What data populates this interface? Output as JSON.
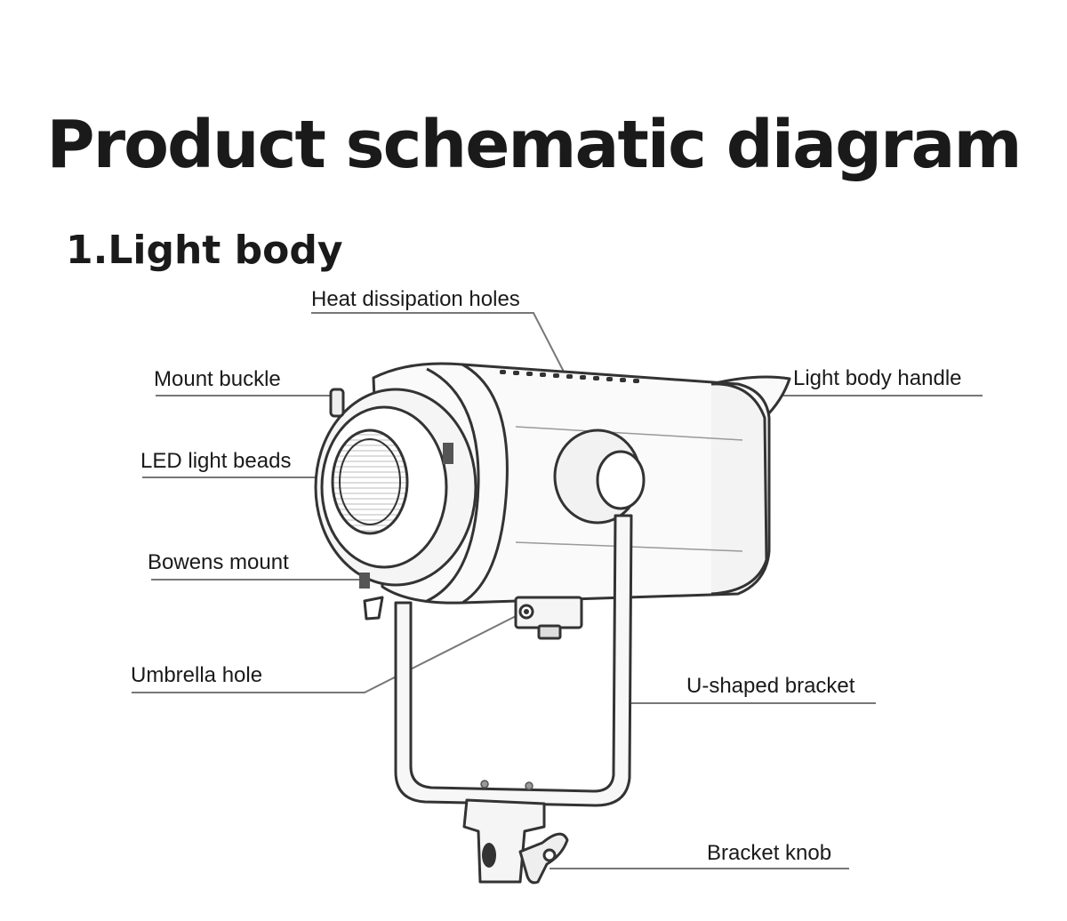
{
  "title": "Product schematic diagram",
  "section": "1.Light body",
  "labels": {
    "heat_dissipation_holes": "Heat dissipation holes",
    "mount_buckle": "Mount buckle",
    "light_body_handle": "Light body handle",
    "led_light_beads": "LED light beads",
    "bowens_mount": "Bowens mount",
    "umbrella_hole": "Umbrella hole",
    "u_shaped_bracket": "U-shaped bracket",
    "bracket_knob": "Bracket knob"
  }
}
